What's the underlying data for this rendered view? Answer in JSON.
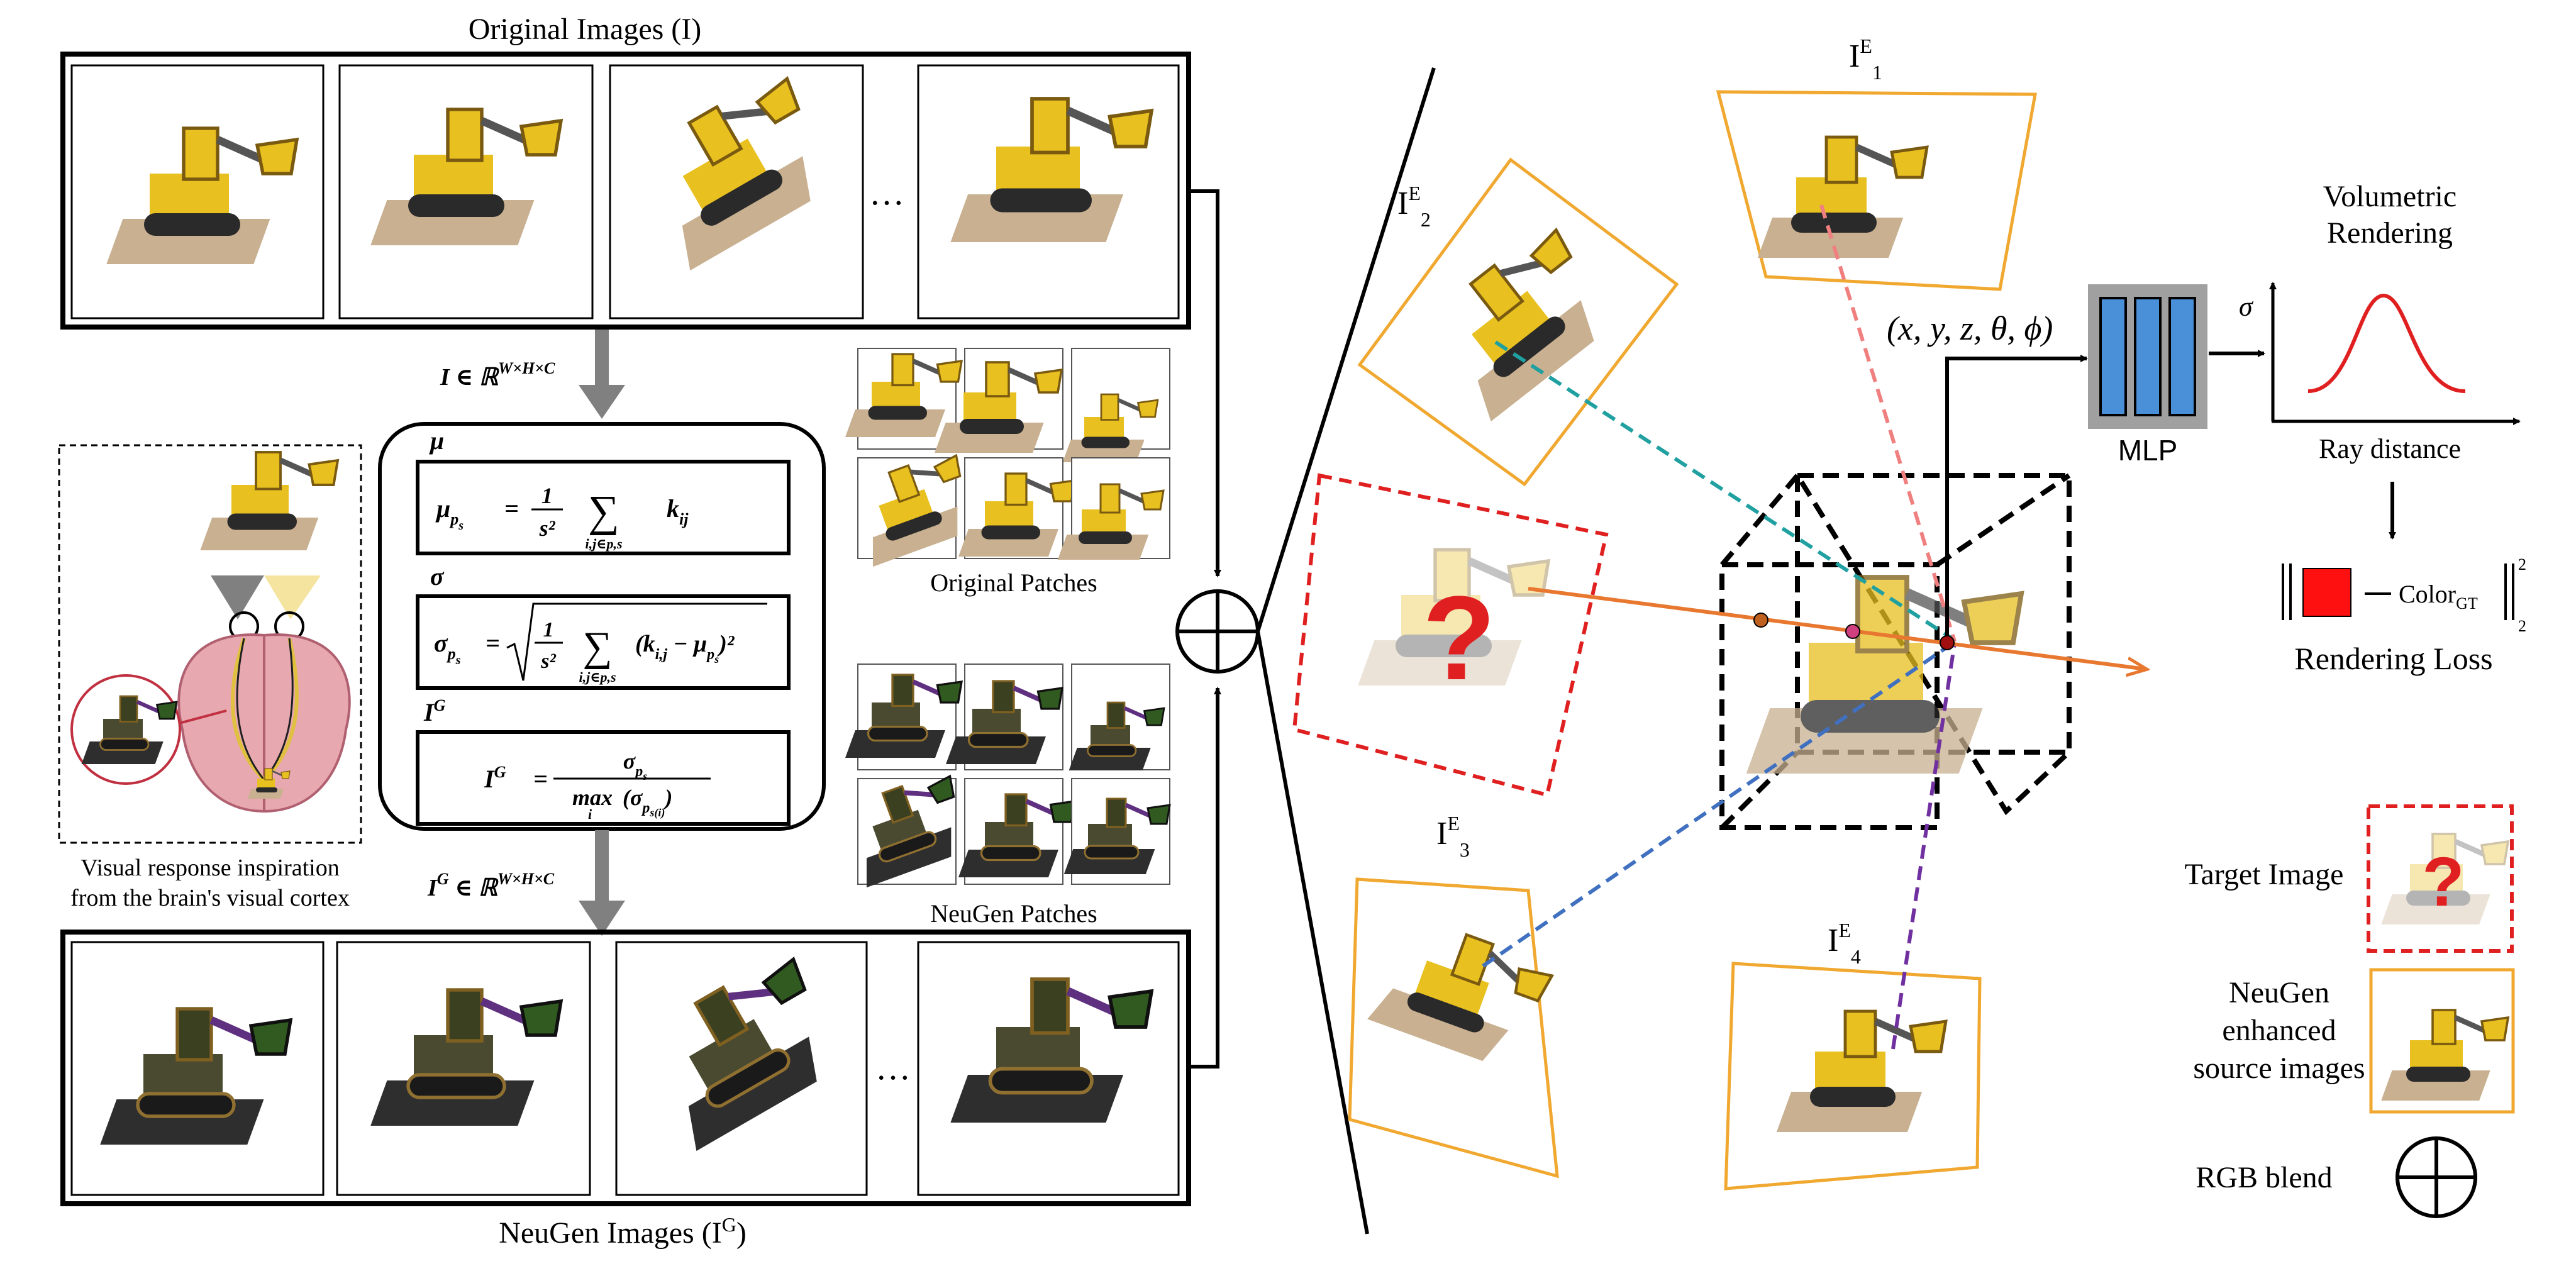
{
  "left": {
    "original_images_title": "Original Images (I)",
    "neugen_images_title": "NeuGen Images (I",
    "neugen_images_title_sup": "G",
    "neugen_images_title_end": ")",
    "ellipsis": "…",
    "input_label": "I ∈ ℝ",
    "input_label_sup": "W×H×C",
    "output_label": "I",
    "output_label_sup": "G",
    "output_label_rest": " ∈ ℝ",
    "output_label_sup2": "W×H×C",
    "brain_caption_line1": "Visual response inspiration",
    "brain_caption_line2": "from the brain's visual cortex",
    "original_patches_label": "Original Patches",
    "neugen_patches_label": "NeuGen Patches"
  },
  "formulas": {
    "mu_heading": "μ",
    "sigma_heading": "σ",
    "ig_heading": "I",
    "ig_heading_sup": "G",
    "mu_lhs": "μ",
    "mu_lhs_sub": "p",
    "mu_lhs_subsub": "s",
    "mu_frac_num": "1",
    "mu_frac_den": "s²",
    "mu_sum": "∑",
    "mu_sum_sub": "i,j∈p,s",
    "mu_term": "k",
    "mu_term_sub": "ij",
    "sigma_lhs": "σ",
    "sigma_lhs_sub": "p",
    "sigma_lhs_subsub": "s",
    "sigma_frac_num": "1",
    "sigma_frac_den": "s²",
    "sigma_sum": "∑",
    "sigma_sum_sub": "i,j∈p,s",
    "sigma_term": "(k",
    "sigma_term_sub": "i,j",
    "sigma_term_rest": " − μ",
    "sigma_term_sub2": "p",
    "sigma_term_subsub2": "s",
    "sigma_term_close": ")²",
    "ig_lhs": "I",
    "ig_lhs_sup": "G",
    "ig_num": "σ",
    "ig_num_sub": "p",
    "ig_num_subsub": "s",
    "ig_den_max": "max",
    "ig_den_sub": "i",
    "ig_den_term": "(σ",
    "ig_den_term_sub": "p",
    "ig_den_term_subsub": "s(i)",
    "ig_den_close": ")"
  },
  "right": {
    "ie1": "I",
    "ie1_sup": "E",
    "ie1_sub": "1",
    "ie2": "I",
    "ie2_sup": "E",
    "ie2_sub": "2",
    "ie3": "I",
    "ie3_sup": "E",
    "ie3_sub": "3",
    "ie4": "I",
    "ie4_sup": "E",
    "ie4_sub": "4",
    "coords": "(x, y, z, θ, ϕ)",
    "mlp_label": "MLP",
    "volumetric_line1": "Volumetric",
    "volumetric_line2": "Rendering",
    "sigma_axis": "σ",
    "ray_distance": "Ray distance",
    "color_gt": "Color",
    "color_gt_sub": "GT",
    "norm_sup": "2",
    "norm_sub": "2",
    "rendering_loss": "Rendering Loss",
    "question_mark": "?"
  },
  "legend": {
    "target_image": "Target Image",
    "neugen_line1": "NeuGen",
    "neugen_line2": "enhanced",
    "neugen_line3": "source images",
    "rgb_blend": "RGB blend"
  },
  "colors": {
    "orange_frame": "#f0a830",
    "target_red": "#e02020",
    "ray_orange": "#e87830",
    "teal": "#20a0a0",
    "pink": "#f08080",
    "blue_dash": "#4070c0",
    "purple_dash": "#7030a0",
    "mlp_blue": "#4a90d9",
    "mlp_gray": "#a0a0a0",
    "gray_arrow": "#808080",
    "curve_red": "#e02020",
    "loss_red": "#ff1010",
    "toy_yellow": "#e8c020",
    "base_tan": "#c8b090",
    "brain_pink": "#e8a8b0"
  }
}
